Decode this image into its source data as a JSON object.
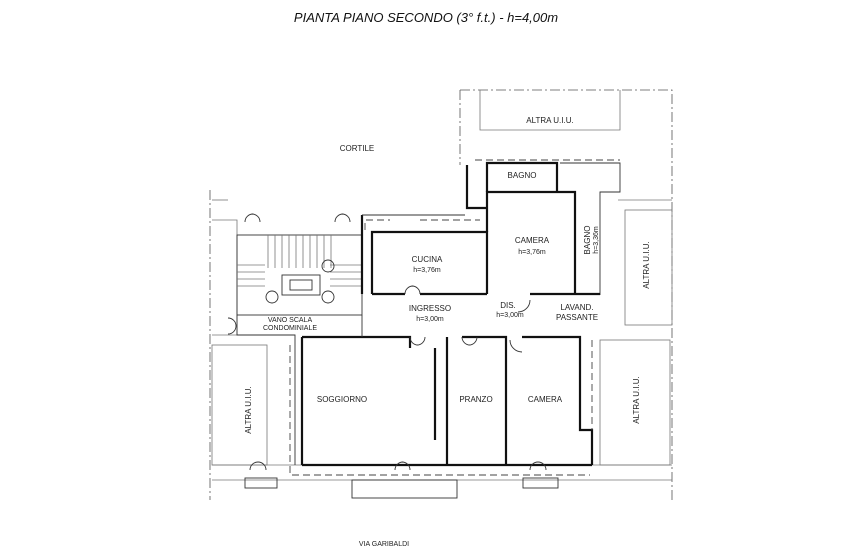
{
  "title": "PIANTA PIANO SECONDO (3° f.t.) - h=4,00m",
  "labels": {
    "cortile": "CORTILE",
    "altra_top": "ALTRA U.I.U.",
    "bagno_top": "BAGNO",
    "camera_top": "CAMERA",
    "camera_top_h": "h=3,76m",
    "bagno_right": "BAGNO",
    "bagno_right_h": "h=3,36m",
    "altra_right_top": "ALTRA U.I.U.",
    "cucina": "CUCINA",
    "cucina_h": "h=3,76m",
    "vano_scala_1": "VANO SCALA",
    "vano_scala_2": "CONDOMINIALE",
    "ingresso": "INGRESSO",
    "ingresso_h": "h=3,00m",
    "dis": "DIS.",
    "dis_h": "h=3,00m",
    "lavand_1": "LAVAND.",
    "lavand_2": "PASSANTE",
    "soggiorno": "SOGGIORNO",
    "pranzo": "PRANZO",
    "camera_bottom": "CAMERA",
    "altra_left": "ALTRA U.I.U.",
    "altra_right_bottom": "ALTRA U.I.U.",
    "street": "VIA GARIBALDI"
  }
}
